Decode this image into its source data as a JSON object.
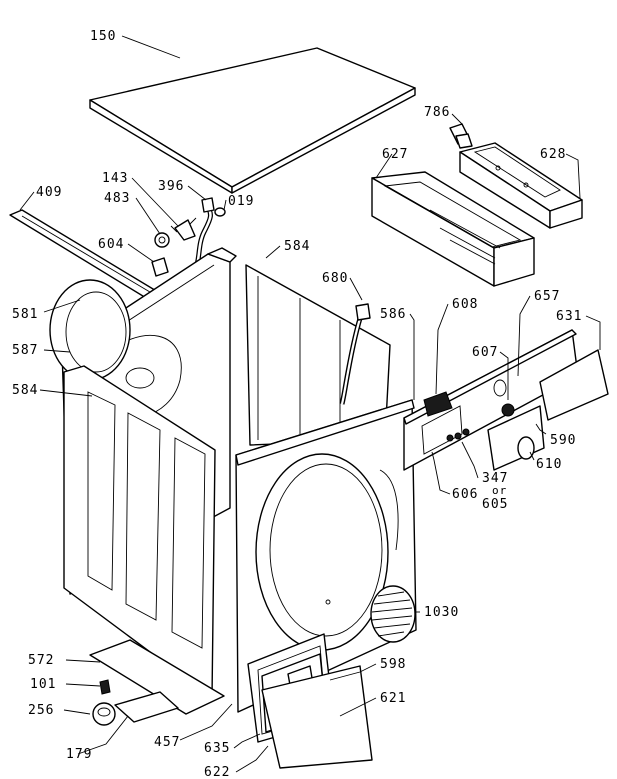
{
  "labels": {
    "p150": "150",
    "p786": "786",
    "p627": "627",
    "p628": "628",
    "p143": "143",
    "p396": "396",
    "p483": "483",
    "p019": "019",
    "p409": "409",
    "p604": "604",
    "p584a": "584",
    "p680": "680",
    "p608": "608",
    "p657": "657",
    "p631": "631",
    "p581": "581",
    "p587": "587",
    "p586": "586",
    "p607": "607",
    "p584b": "584",
    "p590": "590",
    "p610": "610",
    "p606": "606",
    "p347": "347",
    "p_or": "or",
    "p605": "605",
    "p1030": "1030",
    "p572": "572",
    "p598": "598",
    "p101": "101",
    "p621": "621",
    "p256": "256",
    "p457": "457",
    "p635": "635",
    "p179": "179",
    "p622": "622"
  }
}
